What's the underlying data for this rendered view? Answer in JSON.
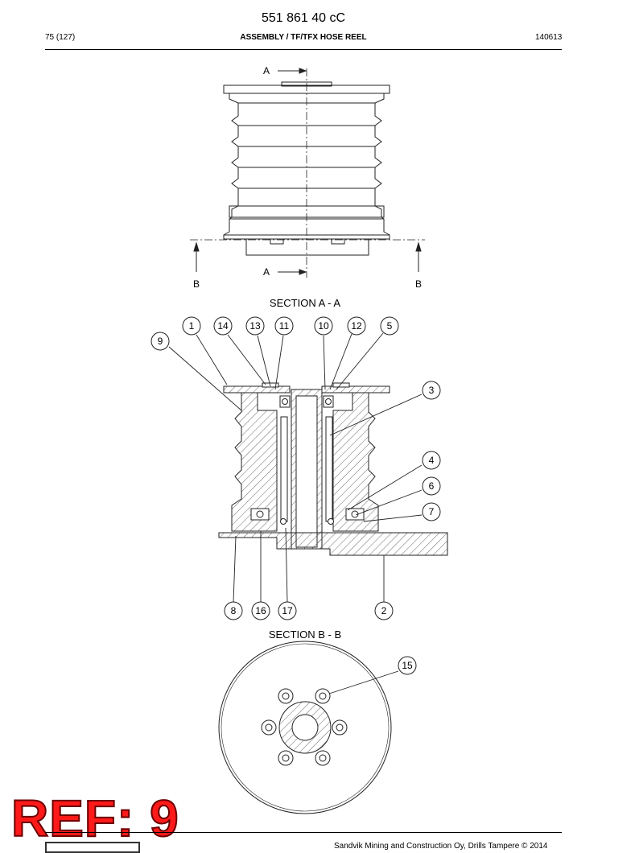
{
  "header": {
    "doc_number": "551 861 40 cC",
    "page": "75 (127)",
    "title": "ASSEMBLY / TF/TFX HOSE REEL",
    "code": "140613"
  },
  "drawing": {
    "section_markers": {
      "a_top": "A",
      "a_bottom": "A",
      "b_left": "B",
      "b_right": "B"
    },
    "section_aa_title": "SECTION A - A",
    "section_bb_title": "SECTION B - B",
    "balloons": [
      {
        "id": "b1",
        "label": "1"
      },
      {
        "id": "b14",
        "label": "14"
      },
      {
        "id": "b13",
        "label": "13"
      },
      {
        "id": "b11",
        "label": "11"
      },
      {
        "id": "b10",
        "label": "10"
      },
      {
        "id": "b12",
        "label": "12"
      },
      {
        "id": "b5",
        "label": "5"
      },
      {
        "id": "b9",
        "label": "9"
      },
      {
        "id": "b3",
        "label": "3"
      },
      {
        "id": "b4",
        "label": "4"
      },
      {
        "id": "b6",
        "label": "6"
      },
      {
        "id": "b7",
        "label": "7"
      },
      {
        "id": "b8",
        "label": "8"
      },
      {
        "id": "b16",
        "label": "16"
      },
      {
        "id": "b17",
        "label": "17"
      },
      {
        "id": "b2",
        "label": "2"
      },
      {
        "id": "b15",
        "label": "15"
      }
    ]
  },
  "stamp": {
    "text": "REF: 9"
  },
  "footer": {
    "copyright": "Sandvik Mining and Construction Oy, Drills Tampere © 2014"
  }
}
